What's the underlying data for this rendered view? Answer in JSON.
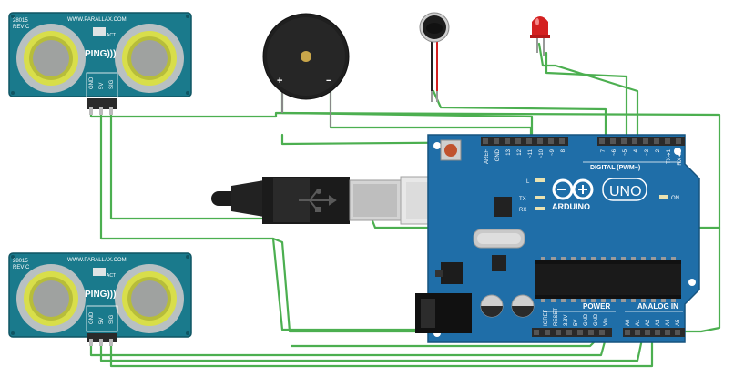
{
  "sensor_top": {
    "model": "28015",
    "rev": "REV C",
    "brand": "WWW.PARALLAX.COM",
    "name": "PING)))",
    "act": "ACT",
    "pins": [
      "GND",
      "5V",
      "SIG"
    ]
  },
  "sensor_bottom": {
    "model": "28015",
    "rev": "REV C",
    "brand": "WWW.PARALLAX.COM",
    "name": "PING)))",
    "act": "ACT",
    "pins": [
      "GND",
      "5V",
      "SIG"
    ]
  },
  "buzzer": {
    "plus": "+",
    "minus": "−"
  },
  "arduino": {
    "brand": "ARDUINO",
    "model": "UNO",
    "on_label": "ON",
    "led_l": "L",
    "led_tx": "TX",
    "led_rx": "RX",
    "digital_label": "DIGITAL (PWM~)",
    "power_label": "POWER",
    "analog_label": "ANALOG IN",
    "digital_pins_left": [
      "AREF",
      "GND",
      "13",
      "12",
      "~11",
      "~10",
      "~9",
      "8"
    ],
    "digital_pins_right": [
      "7",
      "~6",
      "~5",
      "4",
      "~3",
      "2",
      "TX➔1",
      "RX◄0"
    ],
    "power_pins": [
      "IOREF",
      "RESET",
      "3.3V",
      "5V",
      "GND",
      "GND",
      "Vin"
    ],
    "analog_pins": [
      "A0",
      "A1",
      "A2",
      "A3",
      "A4",
      "A5"
    ]
  },
  "colors": {
    "wire": "#4caf50",
    "board": "#1f6ea8",
    "sensor_pcb": "#1a7a8c",
    "buzzer": "#222222",
    "led": "#d42020",
    "header": "#2a2a2a"
  }
}
